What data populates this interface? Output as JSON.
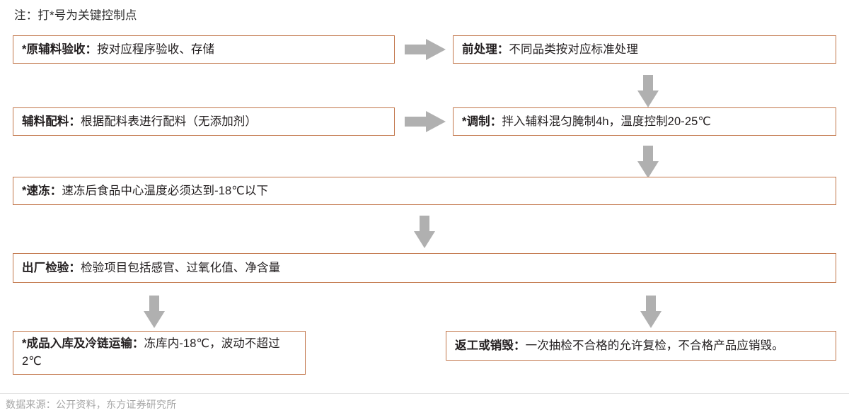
{
  "note": "注：打*号为关键控制点",
  "colors": {
    "box_border": "#c2764a",
    "arrow_fill": "#b0b0b0",
    "text": "#231f20",
    "footer_text": "#a6a6a6"
  },
  "nodes": [
    {
      "id": "raw-material-acceptance",
      "key_control_point": true,
      "title": "*原辅料验收：",
      "detail": "按对应程序验收、存储",
      "full_text": "*原辅料验收：按对应程序验收、存储"
    },
    {
      "id": "pre-treatment",
      "key_control_point": false,
      "title": "前处理：",
      "detail": "不同品类按对应标准处理",
      "full_text": "前处理：不同品类按对应标准处理"
    },
    {
      "id": "auxiliary-ingredients",
      "key_control_point": false,
      "title": "辅料配料：",
      "detail": "根据配料表进行配料（无添加剂）",
      "full_text": "辅料配料：根据配料表进行配料（无添加剂）"
    },
    {
      "id": "seasoning",
      "key_control_point": true,
      "title": "*调制：",
      "detail": "拌入辅料混匀腌制4h，温度控制20-25℃",
      "full_text": "*调制：拌入辅料混匀腌制4h，温度控制20-25℃"
    },
    {
      "id": "quick-freezing",
      "key_control_point": true,
      "title": "*速冻：",
      "detail": "速冻后食品中心温度必须达到-18℃以下",
      "full_text": "*速冻：速冻后食品中心温度必须达到-18℃以下"
    },
    {
      "id": "factory-inspection",
      "key_control_point": false,
      "title": "出厂检验：",
      "detail": "检验项目包括感官、过氧化值、净含量",
      "full_text": "出厂检验：检验项目包括感官、过氧化值、净含量"
    },
    {
      "id": "storage-cold-chain",
      "key_control_point": true,
      "title": "*成品入库及冷链运输：",
      "detail": "冻库内-18℃，波动不超过2℃",
      "full_text": "*成品入库及冷链运输：冻库内-18℃，波动不超过2℃"
    },
    {
      "id": "rework-or-destroy",
      "key_control_point": false,
      "title": "返工或销毁：",
      "detail": "一次抽检不合格的允许复检，不合格产品应销毁。",
      "full_text": "返工或销毁： 一次抽检不合格的允许复检，不合格产品应销毁。"
    }
  ],
  "connectors": [
    {
      "id": "acceptance-to-pretreatment",
      "direction": "right"
    },
    {
      "id": "pretreatment-to-seasoning",
      "direction": "down"
    },
    {
      "id": "ingredients-to-seasoning",
      "direction": "right"
    },
    {
      "id": "seasoning-to-freezing",
      "direction": "down"
    },
    {
      "id": "freezing-to-inspection",
      "direction": "down"
    },
    {
      "id": "inspection-to-storage",
      "direction": "down"
    },
    {
      "id": "inspection-to-rework",
      "direction": "down"
    }
  ],
  "footer": "数据来源：公开资料，东方证券研究所"
}
